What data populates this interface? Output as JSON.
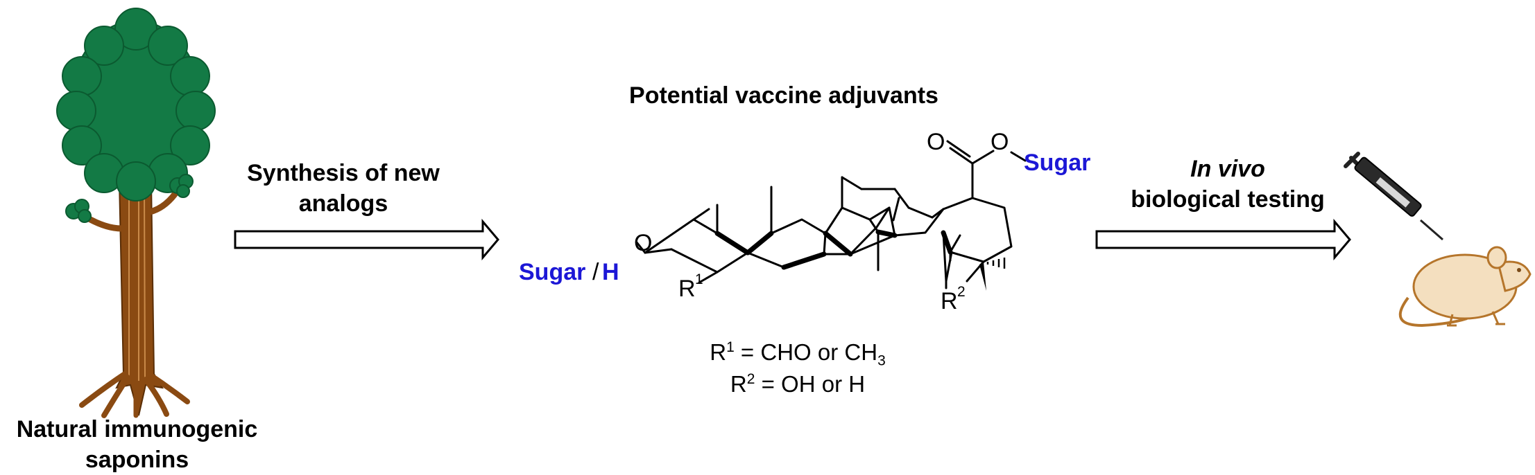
{
  "labels": {
    "source_line1": "Natural immunogenic",
    "source_line2": "saponins",
    "synthesis_line1": "Synthesis of new",
    "synthesis_line2": "analogs",
    "product_title": "Potential vaccine adjuvants",
    "testing_line1": "In vivo",
    "testing_line2": "biological testing"
  },
  "structure": {
    "sugar_left": "Sugar",
    "slash": "/",
    "h_left": "H",
    "oxygen_left": "O",
    "carbonyl_o": "O",
    "ester_o": "O",
    "sugar_right": "Sugar",
    "r1_label": "R",
    "r1_sup": "1",
    "r2_label": "R",
    "r2_sup": "2"
  },
  "substituents": {
    "r1_prefix": "R",
    "r1_sup": "1",
    "r1_def": " = CHO or CH",
    "r1_sub": "3",
    "r2_prefix": "R",
    "r2_sup": "2",
    "r2_def": " = OH or H"
  },
  "colors": {
    "trunk": "#8a4a12",
    "trunk_dark": "#5a2e06",
    "canopy": "#137a45",
    "sugar_blue": "#1c17d6",
    "mouse_fill": "#f4dfbf",
    "mouse_stroke": "#b5752b"
  }
}
